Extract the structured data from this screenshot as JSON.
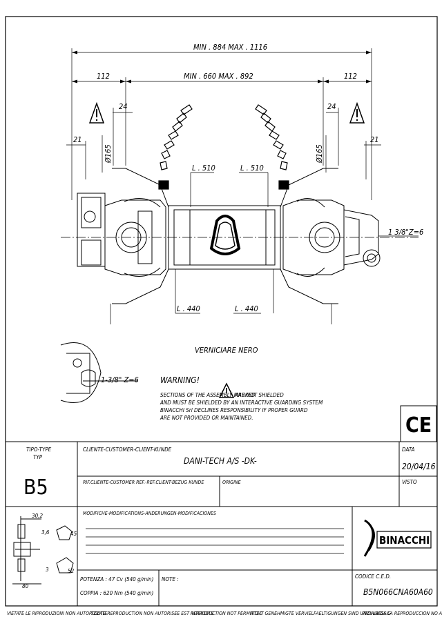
{
  "drawing": {
    "dim_total": "MIN . 884   MAX . 1116",
    "dim_inner": "MIN . 660   MAX . 892",
    "dim_left_112": "112",
    "dim_right_112": "112",
    "dim_left_24": "24",
    "dim_right_24": "24",
    "dim_left_21": "21",
    "dim_right_21": "21",
    "dia_left": "Ø165",
    "dia_right": "Ø165",
    "len_upper_left": "L . 510",
    "len_upper_right": "L . 510",
    "len_lower_left": "L . 440",
    "len_lower_right": "L . 440",
    "spline_right": "1 3/8\"Z=6",
    "spline_detail": "1-3/8\" Z=6",
    "paint_note": "VERNICIARE NERO",
    "warning_title": "WARNING!",
    "warning_lines": [
      "SECTIONS OF THE ASSEMBLY MARKED",
      "ARE NOT SHIELDED",
      "AND MUST BE SHIELDED BY AN INTERACTIVE GUARDING SYSTEM",
      "BINACCHI Srl DECLINES RESPONSIBILITY IF PROPER GUARD",
      "ARE NOT PROVIDED OR MAINTAINED."
    ],
    "ce_mark": "CE"
  },
  "title_block": {
    "tipo_label": "TIPO-TYPE",
    "typ_label": "TYP",
    "tipo_value": "B5",
    "cliente_label": "CLIENTE-CUSTOMER-CLIENT-KUNDE",
    "cliente_value": "DANI-TECH A/S -DK-",
    "data_label": "DATA",
    "data_value": "20/04/16",
    "rif_label": "RIF.CLIENTE-CUSTOMER REF.-REF.CLIENT-BEZUG KUNDE",
    "origine_label": "ORIGINE",
    "visto_label": "VISTO",
    "modifiche_label": "MODIFICHE-MODIFICATIONS-ANDERUNGEN-MODIFICACIONES",
    "dim_30_2": "30,2",
    "dim_3_6": "3,6",
    "dim_45": "45",
    "dim_3": "3",
    "dim_52": "52",
    "dim_80": "80",
    "potenza": "POTENZA : 47 Cv (540 g/min)",
    "coppia": "COPPIA : 620 Nm (540 g/min)",
    "note_label": "NOTE :",
    "codice_label": "CODICE C.E.D.",
    "codice_value": "B5N066CNA60A60",
    "brand": "BINACCHI"
  },
  "footer": {
    "notices": [
      "VIETATE LE RIPRODUZIONI NON AUTORIZZATE",
      "TOUTE REPRODUCTION NON AUTORISEE EST INTERDITE",
      "REPRODUCTION NOT PERMITTED",
      "NICHT GENEHMIGTE VERVIELFAELTIGUNGEN SIND UNZULAESSIG",
      "PROHIBIDA LA REPRODUCCION NO AUTORIZADA"
    ]
  }
}
